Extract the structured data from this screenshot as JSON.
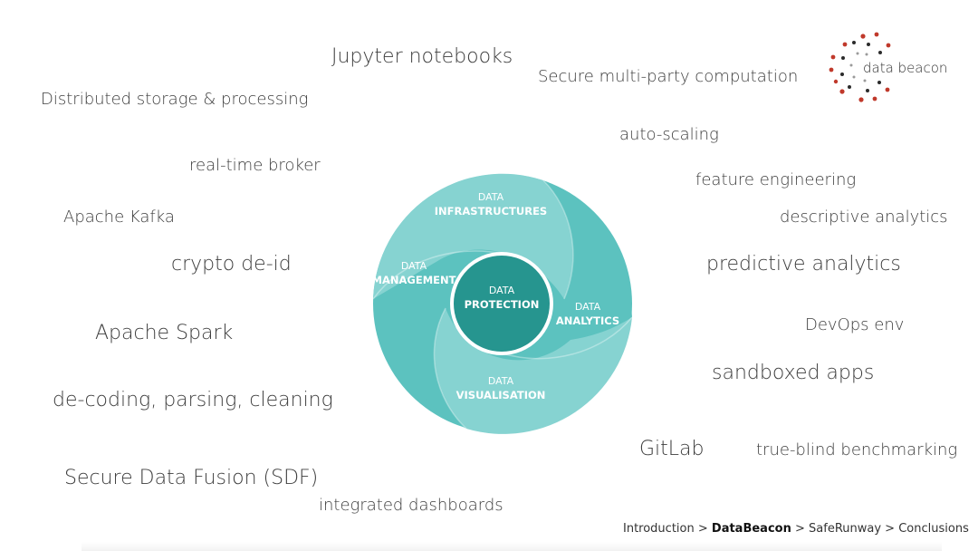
{
  "keywords": {
    "jupyter": "Jupyter notebooks",
    "smpc": "Secure multi-party computation",
    "distributed": "Distributed storage & processing",
    "autoscaling": "auto-scaling",
    "realtime": "real-time broker",
    "feature": "feature engineering",
    "kafka": "Apache Kafka",
    "descriptive": "descriptive analytics",
    "crypto": "crypto de-id",
    "predictive": "predictive analytics",
    "devops": "DevOps env",
    "spark": "Apache Spark",
    "sandboxed": "sandboxed apps",
    "decoding": "de-coding, parsing, cleaning",
    "gitlab": "GitLab",
    "trueblind": "true-blind benchmarking",
    "sdf": "Secure Data Fusion (SDF)",
    "dashboards": "integrated dashboards"
  },
  "logo": {
    "text": "data beacon"
  },
  "cycle": {
    "center": {
      "line1": "DATA",
      "line2": "PROTECTION"
    },
    "infrastructures": {
      "line1": "DATA",
      "line2": "INFRASTRUCTURES"
    },
    "management": {
      "line1": "DATA",
      "line2": "MANAGEMENT"
    },
    "analytics": {
      "line1": "DATA",
      "line2": "ANALYTICS"
    },
    "visualisation": {
      "line1": "DATA",
      "line2": "VISUALISATION"
    },
    "colors": {
      "light": "#86d3d1",
      "mid": "#5cc2bf",
      "center": "#26958f",
      "label": "#ffffff"
    }
  },
  "breadcrumb": {
    "item1": "Introduction",
    "sep1": " > ",
    "item2": "DataBeacon",
    "sep2": " > ",
    "item3": "SafeRunway",
    "sep3": " > ",
    "item4": "Conclusions"
  }
}
